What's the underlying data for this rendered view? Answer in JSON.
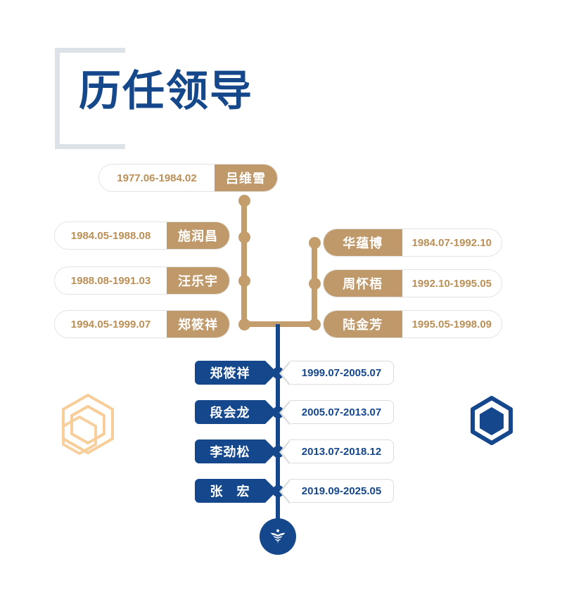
{
  "page": {
    "title": "历任领导",
    "colors": {
      "blue": "#14478c",
      "tan": "#c0996a",
      "tan_text": "#bb8f56",
      "bracket": "#dde2e9",
      "hex_left": "#f7cd9a",
      "background": "#ffffff"
    }
  },
  "top_entry": {
    "date": "1977.06-1984.02",
    "name": "吕维雪"
  },
  "left_entries": [
    {
      "date": "1984.05-1988.08",
      "name": "施润昌"
    },
    {
      "date": "1988.08-1991.03",
      "name": "汪乐宇"
    },
    {
      "date": "1994.05-1999.07",
      "name": "郑筱祥"
    }
  ],
  "right_entries": [
    {
      "name": "华蕴博",
      "date": "1984.07-1992.10"
    },
    {
      "name": "周怀梧",
      "date": "1992.10-1995.05"
    },
    {
      "name": "陆金芳",
      "date": "1995.05-1998.09"
    }
  ],
  "blue_entries": [
    {
      "name": "郑筱祥",
      "date": "1999.07-2005.07"
    },
    {
      "name": "段会龙",
      "date": "2005.07-2013.07"
    },
    {
      "name": "李劲松",
      "date": "2013.07-2018.12"
    },
    {
      "name": "张　宏",
      "date": "2019.09-2025.05"
    }
  ],
  "decorations": {
    "emblem": "eagle-emblem-icon",
    "hex_left": "interlocking-hexagon-icon",
    "hex_right": "nested-hexagon-icon",
    "bracket": "title-bracket-decoration"
  }
}
